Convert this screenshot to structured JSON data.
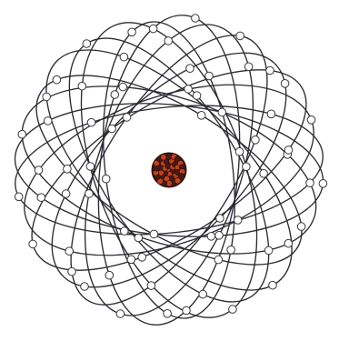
{
  "figure": {
    "subject": "atom-model-illustration",
    "orbit_count": 14,
    "electron_count": 72,
    "colors": {
      "background": "#ffffff",
      "orbit_stroke": "#2b2b33",
      "electron_fill": "#ffffff",
      "electron_stroke": "#3a3a3a",
      "nucleon_red": "#c2411f",
      "nucleon_dark": "#4a1a12",
      "nucleus_outline": "#2a0f0a"
    }
  }
}
